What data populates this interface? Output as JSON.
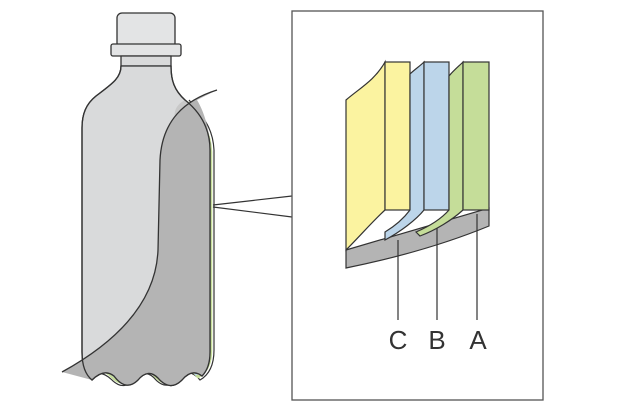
{
  "labels": {
    "c": "C",
    "b": "B",
    "a": "A"
  },
  "colors": {
    "bottle_body": "#d9dadb",
    "bottle_inner": "#b4b4b4",
    "bottle_shoulder": "#c8c8c8",
    "layer_yellow": "#fbf3a0",
    "layer_blue": "#bcd5ea",
    "layer_green": "#c5dd99",
    "outline": "#333333",
    "frame": "#555555"
  },
  "icons": {
    "bottle": "plastic-bottle-illustration",
    "cross_section": "layered-wall-cross-section"
  }
}
